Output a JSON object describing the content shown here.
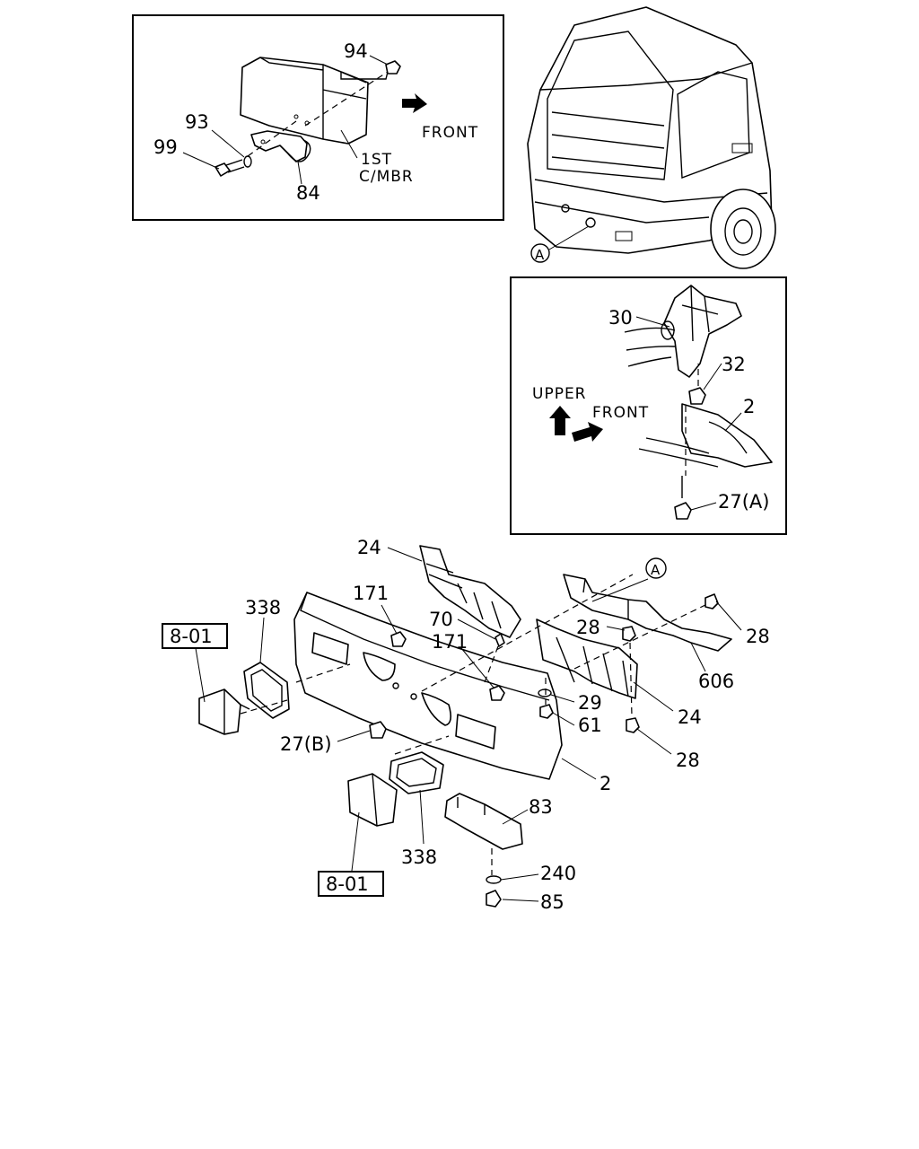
{
  "inset_top": {
    "labels": {
      "p94": "94",
      "p93": "93",
      "p99": "99",
      "p84": "84"
    },
    "front": "FRONT",
    "member_line1": "1ST",
    "member_line2": "C/MBR"
  },
  "truck": {
    "callout": "A"
  },
  "inset_right": {
    "labels": {
      "p30": "30",
      "p32": "32",
      "p2": "2",
      "p27a": "27(A)"
    },
    "upper": "UPPER",
    "front": "FRONT"
  },
  "main": {
    "callout": "A",
    "labels": {
      "p24_top": "24",
      "p171_a": "171",
      "p70": "70",
      "p171_b": "171",
      "p338_top": "338",
      "ref_801_top": "8-01",
      "p28_a": "28",
      "p28_b": "28",
      "p606": "606",
      "p29": "29",
      "p61": "61",
      "p24_b": "24",
      "p28_c": "28",
      "p27b": "27(B)",
      "p2": "2",
      "p83": "83",
      "p338_b": "338",
      "ref_801_b": "8-01",
      "p240": "240",
      "p85": "85"
    }
  }
}
